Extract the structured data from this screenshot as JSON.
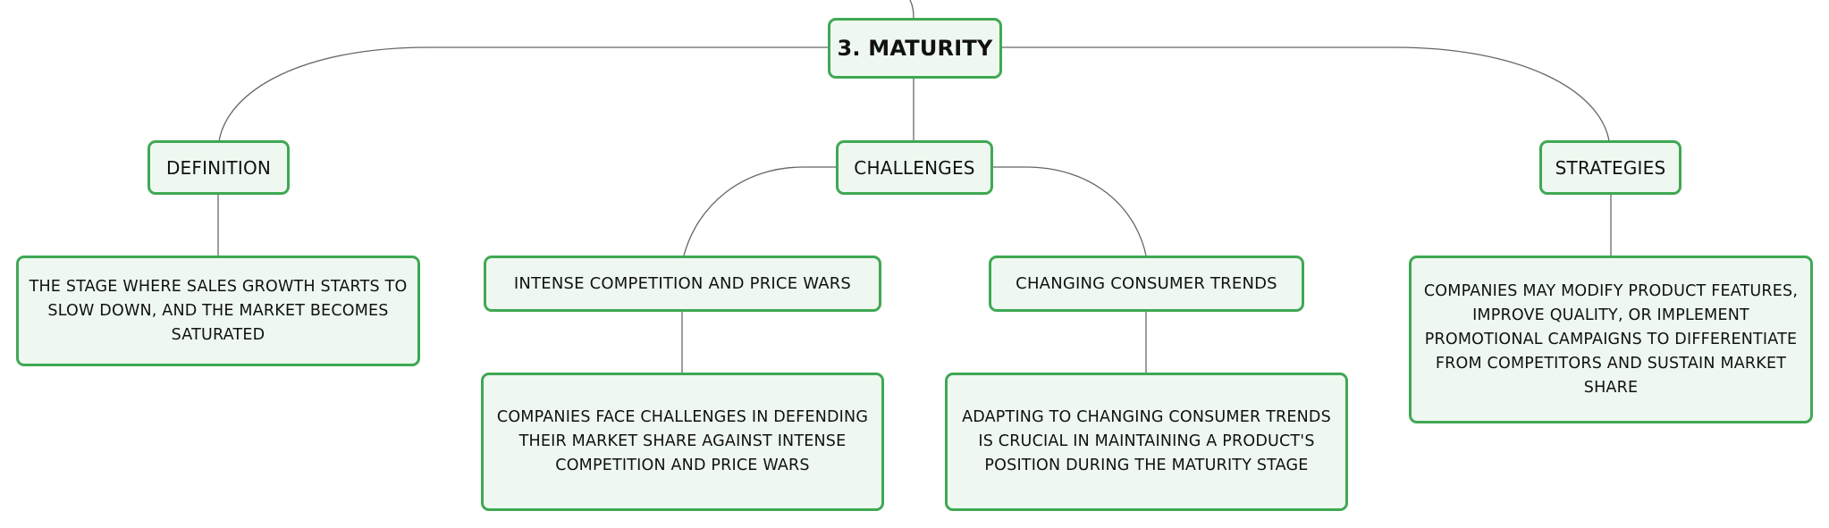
{
  "diagram": {
    "root": {
      "label": "3. MATURITY"
    },
    "definition": {
      "label": "DEFINITION",
      "detail": "THE STAGE WHERE SALES GROWTH STARTS TO SLOW DOWN, AND THE MARKET BECOMES SATURATED"
    },
    "challenges": {
      "label": "CHALLENGES",
      "items": [
        {
          "label": "INTENSE COMPETITION AND PRICE WARS",
          "detail": "COMPANIES FACE CHALLENGES IN DEFENDING THEIR MARKET SHARE AGAINST INTENSE COMPETITION AND PRICE WARS"
        },
        {
          "label": "CHANGING CONSUMER TRENDS",
          "detail": "ADAPTING TO CHANGING CONSUMER TRENDS IS CRUCIAL IN MAINTAINING A PRODUCT'S POSITION DURING THE MATURITY STAGE"
        }
      ]
    },
    "strategies": {
      "label": "STRATEGIES",
      "detail": "COMPANIES MAY MODIFY PRODUCT FEATURES, IMPROVE QUALITY, OR IMPLEMENT PROMOTIONAL CAMPAIGNS TO DIFFERENTIATE FROM COMPETITORS AND SUSTAIN MARKET SHARE"
    }
  },
  "colors": {
    "node_border": "#3fa853",
    "node_fill": "#eef8f0",
    "connector": "#666666",
    "text": "#111111"
  }
}
